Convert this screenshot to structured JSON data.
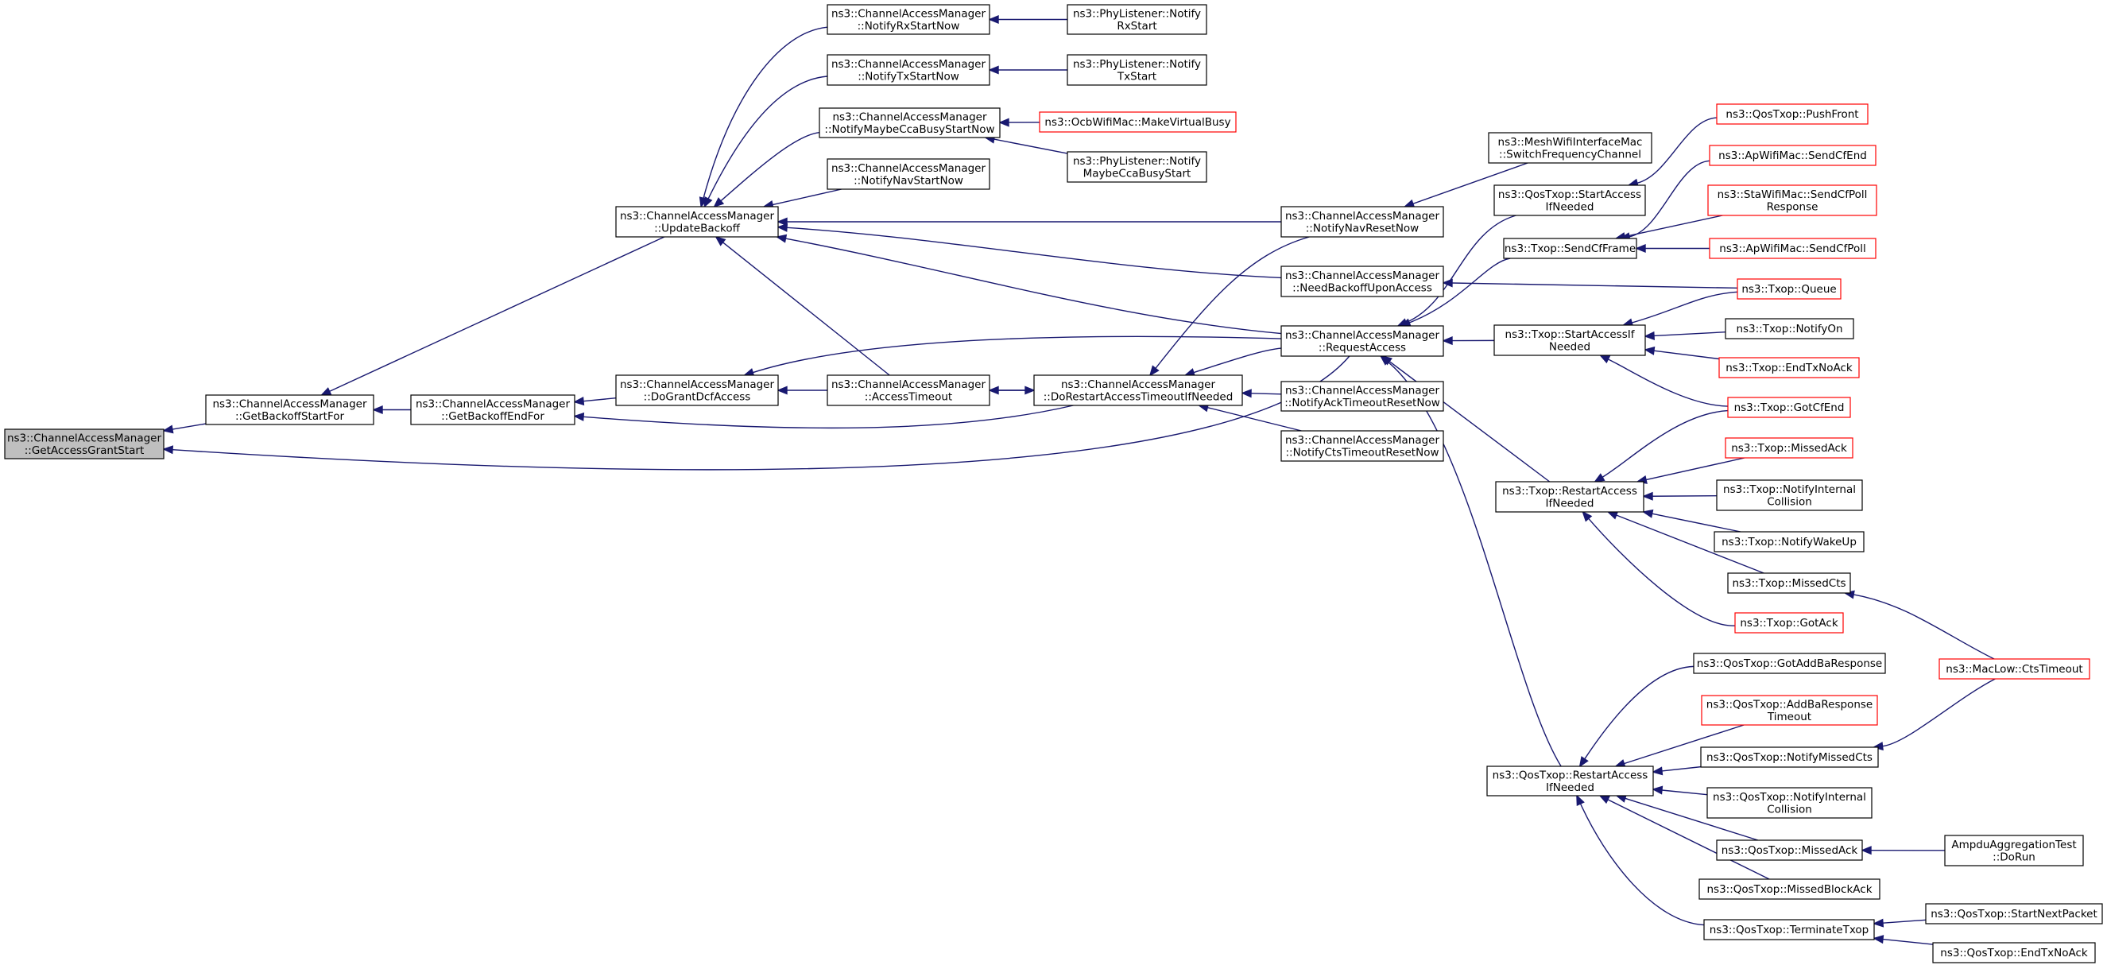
{
  "colors": {
    "edge": "#191970",
    "normal_border": "#000000",
    "truncated_border": "#ff0000",
    "focus_fill": "#bfbfbf"
  },
  "nodes": [
    {
      "id": "getAccessGrantStart",
      "lines": [
        "ns3::ChannelAccessManager",
        "::GetAccessGrantStart"
      ],
      "style": "focus"
    },
    {
      "id": "getBackoffStartFor",
      "lines": [
        "ns3::ChannelAccessManager",
        "::GetBackoffStartFor"
      ],
      "style": "normal"
    },
    {
      "id": "getBackoffEndFor",
      "lines": [
        "ns3::ChannelAccessManager",
        "::GetBackoffEndFor"
      ],
      "style": "normal"
    },
    {
      "id": "updateBackoff",
      "lines": [
        "ns3::ChannelAccessManager",
        "::UpdateBackoff"
      ],
      "style": "normal"
    },
    {
      "id": "doGrantDcfAccess",
      "lines": [
        "ns3::ChannelAccessManager",
        "::DoGrantDcfAccess"
      ],
      "style": "normal"
    },
    {
      "id": "notifyRxStartNow",
      "lines": [
        "ns3::ChannelAccessManager",
        "::NotifyRxStartNow"
      ],
      "style": "normal"
    },
    {
      "id": "notifyTxStartNow",
      "lines": [
        "ns3::ChannelAccessManager",
        "::NotifyTxStartNow"
      ],
      "style": "normal"
    },
    {
      "id": "notifyMaybeCcaBusyStartNow",
      "lines": [
        "ns3::ChannelAccessManager",
        "::NotifyMaybeCcaBusyStartNow"
      ],
      "style": "normal"
    },
    {
      "id": "notifyNavStartNow",
      "lines": [
        "ns3::ChannelAccessManager",
        "::NotifyNavStartNow"
      ],
      "style": "normal"
    },
    {
      "id": "accessTimeout",
      "lines": [
        "ns3::ChannelAccessManager",
        "::AccessTimeout"
      ],
      "style": "normal"
    },
    {
      "id": "phyNotifyRxStart",
      "lines": [
        "ns3::PhyListener::Notify",
        "RxStart"
      ],
      "style": "normal"
    },
    {
      "id": "phyNotifyTxStart",
      "lines": [
        "ns3::PhyListener::Notify",
        "TxStart"
      ],
      "style": "normal"
    },
    {
      "id": "ocbMakeVirtualBusy",
      "lines": [
        "ns3::OcbWifiMac::MakeVirtualBusy"
      ],
      "style": "truncated"
    },
    {
      "id": "phyNotifyMaybeCcaBusyStart",
      "lines": [
        "ns3::PhyListener::Notify",
        "MaybeCcaBusyStart"
      ],
      "style": "normal"
    },
    {
      "id": "doRestartAccessTimeoutIfNeeded",
      "lines": [
        "ns3::ChannelAccessManager",
        "::DoRestartAccessTimeoutIfNeeded"
      ],
      "style": "normal"
    },
    {
      "id": "notifyNavResetNow",
      "lines": [
        "ns3::ChannelAccessManager",
        "::NotifyNavResetNow"
      ],
      "style": "normal"
    },
    {
      "id": "needBackoffUponAccess",
      "lines": [
        "ns3::ChannelAccessManager",
        "::NeedBackoffUponAccess"
      ],
      "style": "normal"
    },
    {
      "id": "requestAccess",
      "lines": [
        "ns3::ChannelAccessManager",
        "::RequestAccess"
      ],
      "style": "normal"
    },
    {
      "id": "notifyAckTimeoutResetNow",
      "lines": [
        "ns3::ChannelAccessManager",
        "::NotifyAckTimeoutResetNow"
      ],
      "style": "normal"
    },
    {
      "id": "notifyCtsTimeoutResetNow",
      "lines": [
        "ns3::ChannelAccessManager",
        "::NotifyCtsTimeoutResetNow"
      ],
      "style": "normal"
    },
    {
      "id": "meshSwitchFrequencyChannel",
      "lines": [
        "ns3::MeshWifiInterfaceMac",
        "::SwitchFrequencyChannel"
      ],
      "style": "normal"
    },
    {
      "id": "qosTxopStartAccessIfNeeded",
      "lines": [
        "ns3::QosTxop::StartAccess",
        "IfNeeded"
      ],
      "style": "normal"
    },
    {
      "id": "txopSendCfFrame",
      "lines": [
        "ns3::Txop::SendCfFrame"
      ],
      "style": "normal"
    },
    {
      "id": "txopStartAccessIfNeeded",
      "lines": [
        "ns3::Txop::StartAccessIf",
        "Needed"
      ],
      "style": "normal"
    },
    {
      "id": "txopRestartAccessIfNeeded",
      "lines": [
        "ns3::Txop::RestartAccess",
        "IfNeeded"
      ],
      "style": "normal"
    },
    {
      "id": "qosTxopRestartAccessIfNeeded",
      "lines": [
        "ns3::QosTxop::RestartAccess",
        "IfNeeded"
      ],
      "style": "normal"
    },
    {
      "id": "qosTxopPushFront",
      "lines": [
        "ns3::QosTxop::PushFront"
      ],
      "style": "truncated"
    },
    {
      "id": "apSendCfEnd",
      "lines": [
        "ns3::ApWifiMac::SendCfEnd"
      ],
      "style": "truncated"
    },
    {
      "id": "staSendCfPollResponse",
      "lines": [
        "ns3::StaWifiMac::SendCfPoll",
        "Response"
      ],
      "style": "truncated"
    },
    {
      "id": "apSendCfPoll",
      "lines": [
        "ns3::ApWifiMac::SendCfPoll"
      ],
      "style": "truncated"
    },
    {
      "id": "txopQueue",
      "lines": [
        "ns3::Txop::Queue"
      ],
      "style": "truncated"
    },
    {
      "id": "txopNotifyOn",
      "lines": [
        "ns3::Txop::NotifyOn"
      ],
      "style": "normal"
    },
    {
      "id": "txopEndTxNoAck",
      "lines": [
        "ns3::Txop::EndTxNoAck"
      ],
      "style": "truncated"
    },
    {
      "id": "txopGotCfEnd",
      "lines": [
        "ns3::Txop::GotCfEnd"
      ],
      "style": "truncated"
    },
    {
      "id": "txopMissedAck",
      "lines": [
        "ns3::Txop::MissedAck"
      ],
      "style": "truncated"
    },
    {
      "id": "txopNotifyInternalCollision",
      "lines": [
        "ns3::Txop::NotifyInternal",
        "Collision"
      ],
      "style": "normal"
    },
    {
      "id": "txopNotifyWakeUp",
      "lines": [
        "ns3::Txop::NotifyWakeUp"
      ],
      "style": "normal"
    },
    {
      "id": "txopMissedCts",
      "lines": [
        "ns3::Txop::MissedCts"
      ],
      "style": "normal"
    },
    {
      "id": "txopGotAck",
      "lines": [
        "ns3::Txop::GotAck"
      ],
      "style": "truncated"
    },
    {
      "id": "macLowCtsTimeout",
      "lines": [
        "ns3::MacLow::CtsTimeout"
      ],
      "style": "truncated"
    },
    {
      "id": "qosGotAddBaResponse",
      "lines": [
        "ns3::QosTxop::GotAddBaResponse"
      ],
      "style": "normal"
    },
    {
      "id": "qosAddBaResponseTimeout",
      "lines": [
        "ns3::QosTxop::AddBaResponse",
        "Timeout"
      ],
      "style": "truncated"
    },
    {
      "id": "qosNotifyMissedCts",
      "lines": [
        "ns3::QosTxop::NotifyMissedCts"
      ],
      "style": "normal"
    },
    {
      "id": "qosNotifyInternalCollision",
      "lines": [
        "ns3::QosTxop::NotifyInternal",
        "Collision"
      ],
      "style": "normal"
    },
    {
      "id": "qosMissedAck",
      "lines": [
        "ns3::QosTxop::MissedAck"
      ],
      "style": "normal"
    },
    {
      "id": "qosMissedBlockAck",
      "lines": [
        "ns3::QosTxop::MissedBlockAck"
      ],
      "style": "normal"
    },
    {
      "id": "qosTerminateTxop",
      "lines": [
        "ns3::QosTxop::TerminateTxop"
      ],
      "style": "normal"
    },
    {
      "id": "ampduDoRun",
      "lines": [
        "AmpduAggregationTest",
        "::DoRun"
      ],
      "style": "normal"
    },
    {
      "id": "qosStartNextPacket",
      "lines": [
        "ns3::QosTxop::StartNextPacket"
      ],
      "style": "normal"
    },
    {
      "id": "qosEndTxNoAck",
      "lines": [
        "ns3::QosTxop::EndTxNoAck"
      ],
      "style": "normal"
    }
  ],
  "edges": [
    [
      "getAccessGrantStart",
      "getBackoffStartFor"
    ],
    [
      "getAccessGrantStart",
      "requestAccess"
    ],
    [
      "getBackoffStartFor",
      "getBackoffEndFor"
    ],
    [
      "getBackoffStartFor",
      "updateBackoff"
    ],
    [
      "getBackoffEndFor",
      "doGrantDcfAccess"
    ],
    [
      "getBackoffEndFor",
      "doRestartAccessTimeoutIfNeeded"
    ],
    [
      "updateBackoff",
      "notifyRxStartNow"
    ],
    [
      "updateBackoff",
      "notifyTxStartNow"
    ],
    [
      "updateBackoff",
      "notifyMaybeCcaBusyStartNow"
    ],
    [
      "updateBackoff",
      "notifyNavStartNow"
    ],
    [
      "updateBackoff",
      "accessTimeout"
    ],
    [
      "updateBackoff",
      "notifyNavResetNow"
    ],
    [
      "updateBackoff",
      "needBackoffUponAccess"
    ],
    [
      "updateBackoff",
      "requestAccess"
    ],
    [
      "doGrantDcfAccess",
      "accessTimeout"
    ],
    [
      "doGrantDcfAccess",
      "requestAccess"
    ],
    [
      "notifyRxStartNow",
      "phyNotifyRxStart"
    ],
    [
      "notifyTxStartNow",
      "phyNotifyTxStart"
    ],
    [
      "notifyMaybeCcaBusyStartNow",
      "ocbMakeVirtualBusy"
    ],
    [
      "notifyMaybeCcaBusyStartNow",
      "phyNotifyMaybeCcaBusyStart"
    ],
    [
      "accessTimeout",
      "doRestartAccessTimeoutIfNeeded"
    ],
    [
      "doRestartAccessTimeoutIfNeeded",
      "accessTimeout"
    ],
    [
      "doRestartAccessTimeoutIfNeeded",
      "notifyNavResetNow"
    ],
    [
      "doRestartAccessTimeoutIfNeeded",
      "requestAccess"
    ],
    [
      "doRestartAccessTimeoutIfNeeded",
      "notifyAckTimeoutResetNow"
    ],
    [
      "doRestartAccessTimeoutIfNeeded",
      "notifyCtsTimeoutResetNow"
    ],
    [
      "notifyNavResetNow",
      "meshSwitchFrequencyChannel"
    ],
    [
      "needBackoffUponAccess",
      "txopQueue"
    ],
    [
      "requestAccess",
      "qosTxopStartAccessIfNeeded"
    ],
    [
      "requestAccess",
      "txopSendCfFrame"
    ],
    [
      "requestAccess",
      "txopStartAccessIfNeeded"
    ],
    [
      "requestAccess",
      "txopRestartAccessIfNeeded"
    ],
    [
      "requestAccess",
      "qosTxopRestartAccessIfNeeded"
    ],
    [
      "qosTxopStartAccessIfNeeded",
      "qosTxopPushFront"
    ],
    [
      "txopSendCfFrame",
      "apSendCfEnd"
    ],
    [
      "txopSendCfFrame",
      "staSendCfPollResponse"
    ],
    [
      "txopSendCfFrame",
      "apSendCfPoll"
    ],
    [
      "txopStartAccessIfNeeded",
      "txopQueue"
    ],
    [
      "txopStartAccessIfNeeded",
      "txopNotifyOn"
    ],
    [
      "txopStartAccessIfNeeded",
      "txopEndTxNoAck"
    ],
    [
      "txopStartAccessIfNeeded",
      "txopGotCfEnd"
    ],
    [
      "txopRestartAccessIfNeeded",
      "txopGotCfEnd"
    ],
    [
      "txopRestartAccessIfNeeded",
      "txopMissedAck"
    ],
    [
      "txopRestartAccessIfNeeded",
      "txopNotifyInternalCollision"
    ],
    [
      "txopRestartAccessIfNeeded",
      "txopNotifyWakeUp"
    ],
    [
      "txopRestartAccessIfNeeded",
      "txopMissedCts"
    ],
    [
      "txopRestartAccessIfNeeded",
      "txopGotAck"
    ],
    [
      "txopMissedCts",
      "macLowCtsTimeout"
    ],
    [
      "qosTxopRestartAccessIfNeeded",
      "qosGotAddBaResponse"
    ],
    [
      "qosTxopRestartAccessIfNeeded",
      "qosAddBaResponseTimeout"
    ],
    [
      "qosTxopRestartAccessIfNeeded",
      "qosNotifyMissedCts"
    ],
    [
      "qosTxopRestartAccessIfNeeded",
      "qosNotifyInternalCollision"
    ],
    [
      "qosTxopRestartAccessIfNeeded",
      "qosMissedAck"
    ],
    [
      "qosTxopRestartAccessIfNeeded",
      "qosMissedBlockAck"
    ],
    [
      "qosTxopRestartAccessIfNeeded",
      "qosTerminateTxop"
    ],
    [
      "qosNotifyMissedCts",
      "macLowCtsTimeout"
    ],
    [
      "qosMissedAck",
      "ampduDoRun"
    ],
    [
      "qosTerminateTxop",
      "qosStartNextPacket"
    ],
    [
      "qosTerminateTxop",
      "qosEndTxNoAck"
    ]
  ]
}
